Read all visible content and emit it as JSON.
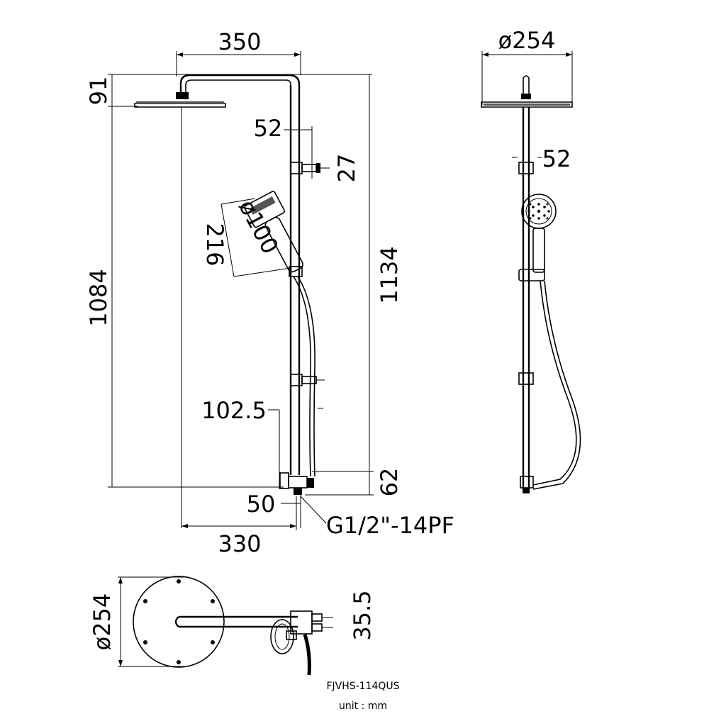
{
  "dimensions": {
    "top_width": "350",
    "head_height": "91",
    "arm_offset": "52",
    "bracket_spacing": "27",
    "hand_diameter": "ø100",
    "hand_length": "216",
    "total_height_left": "1084",
    "total_height_right": "1134",
    "wall_offset": "102.5",
    "bottom_height": "62",
    "outlet_offset": "50",
    "thread": "G1/2\"-14PF",
    "bottom_width": "330",
    "side_diameter": "ø254",
    "side_offset": "52",
    "plan_diameter": "ø254",
    "plan_spacing": "35.5"
  },
  "model": "FJVHS-114QUS",
  "unit_label": "unit : mm",
  "colors": {
    "line": "#000000",
    "background": "#ffffff"
  }
}
